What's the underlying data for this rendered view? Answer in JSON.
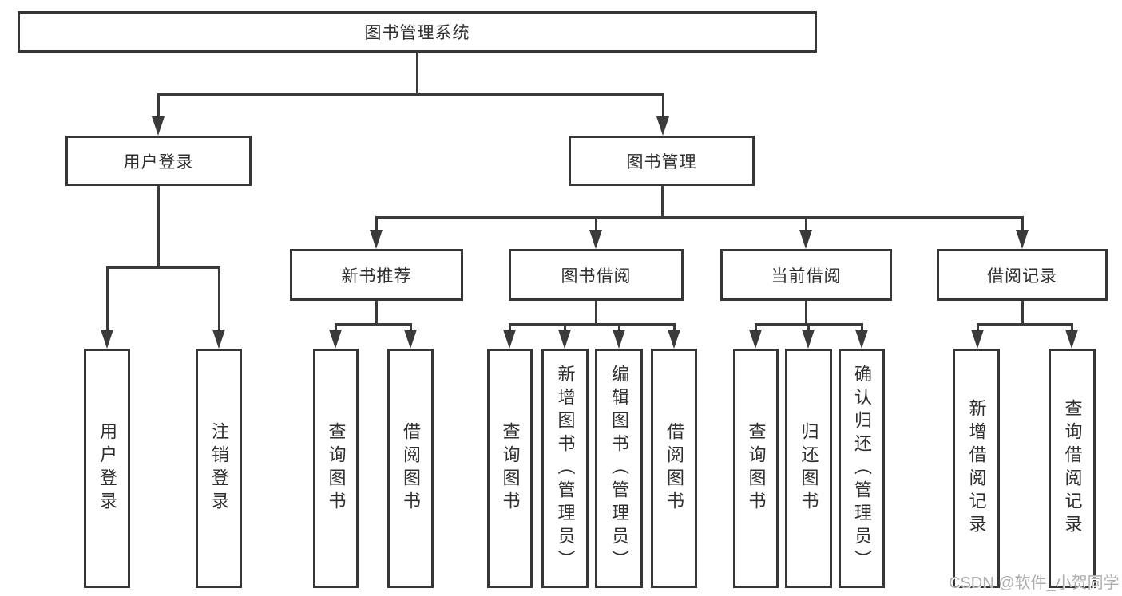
{
  "diagram": {
    "type": "tree",
    "background": "#ffffff",
    "line_color": "#3a3a3a",
    "text_color": "#2f2f2f",
    "watermark_color": "#aeaeae"
  },
  "tree": {
    "label": "图书管理系统",
    "children": [
      {
        "label": "用户登录",
        "children": [
          {
            "label": "用户登录"
          },
          {
            "label": "注销登录"
          }
        ]
      },
      {
        "label": "图书管理",
        "children": [
          {
            "label": "新书推荐",
            "children": [
              {
                "label": "查询图书"
              },
              {
                "label": "借阅图书"
              }
            ]
          },
          {
            "label": "图书借阅",
            "children": [
              {
                "label": "查询图书"
              },
              {
                "label": "新增图书（管理员）"
              },
              {
                "label": "编辑图书（管理员）"
              },
              {
                "label": "借阅图书"
              }
            ]
          },
          {
            "label": "当前借阅",
            "children": [
              {
                "label": "查询图书"
              },
              {
                "label": "归还图书"
              },
              {
                "label": "确认归还（管理员）"
              }
            ]
          },
          {
            "label": "借阅记录",
            "children": [
              {
                "label": "新增借阅记录"
              },
              {
                "label": "查询借阅记录"
              }
            ]
          }
        ]
      }
    ]
  },
  "watermark": "CSDN @软件_小贺同学"
}
